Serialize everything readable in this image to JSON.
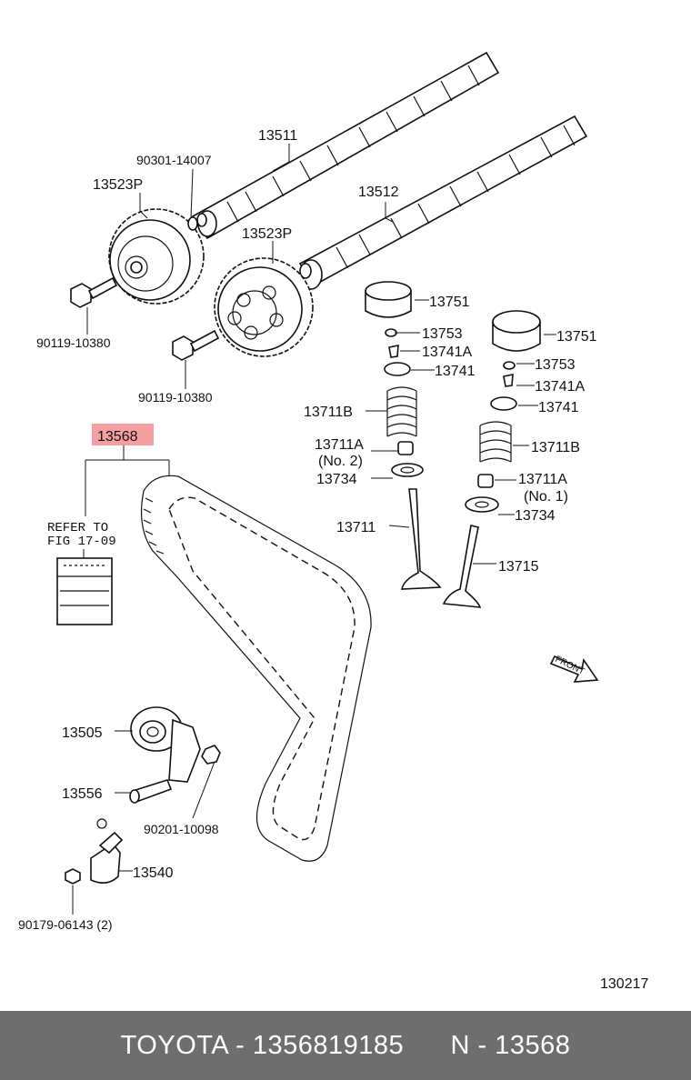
{
  "diagram_number": "130217",
  "highlight_color": "#f4a0a0",
  "footer_bg": "#6e6e6e",
  "footer": {
    "brand": "TOYOTA",
    "sep1": " - ",
    "part_number": "1356819185",
    "gap": "      ",
    "section": "N",
    "sep2": " - ",
    "section_code": "13568"
  },
  "refer_note": {
    "line1": "REFER TO",
    "line2": "FIG 17-09"
  },
  "front_label": "FRONT",
  "parts": {
    "p13511": "13511",
    "p90301": "90301-14007",
    "p13523p_a": "13523P",
    "p13523p_b": "13523P",
    "p13512": "13512",
    "p90119_a": "90119-10380",
    "p90119_b": "90119-10380",
    "p13751_a": "13751",
    "p13751_b": "13751",
    "p13753_a": "13753",
    "p13753_b": "13753",
    "p13741a_a": "13741A",
    "p13741a_b": "13741A",
    "p13741_a": "13741",
    "p13741_b": "13741",
    "p13711b_a": "13711B",
    "p13711b_b": "13711B",
    "p13711a_a": "13711A",
    "p13711a_a_sub": "(No. 2)",
    "p13711a_b": "13711A",
    "p13711a_b_sub": "(No. 1)",
    "p13734_a": "13734",
    "p13734_b": "13734",
    "p13711": "13711",
    "p13715": "13715",
    "p13568": "13568",
    "p13505": "13505",
    "p13556": "13556",
    "p90201": "90201-10098",
    "p13540": "13540",
    "p90179": "90179-06143 (2)"
  }
}
